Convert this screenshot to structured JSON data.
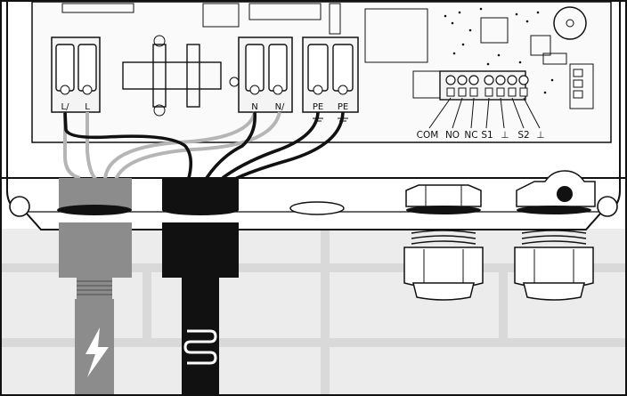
{
  "terminals_left": {
    "l_out": "L/",
    "l": "L",
    "n": "N",
    "n_out": "N/",
    "pe1": "PE",
    "pe2": "PE"
  },
  "signal_terminals": [
    "COM",
    "NO",
    "NC",
    "S1",
    "⊥",
    "S2",
    "⊥"
  ],
  "icons": {
    "power": "lightning-bolt-icon",
    "data_cable": "wave-signal-icon",
    "ground": "ground-icon"
  },
  "colors": {
    "outline": "#111111",
    "power_cable": "#8c8c8c",
    "signal_cable": "#111111",
    "wire_grey": "#b5b5b5",
    "wall": "#ececec"
  }
}
